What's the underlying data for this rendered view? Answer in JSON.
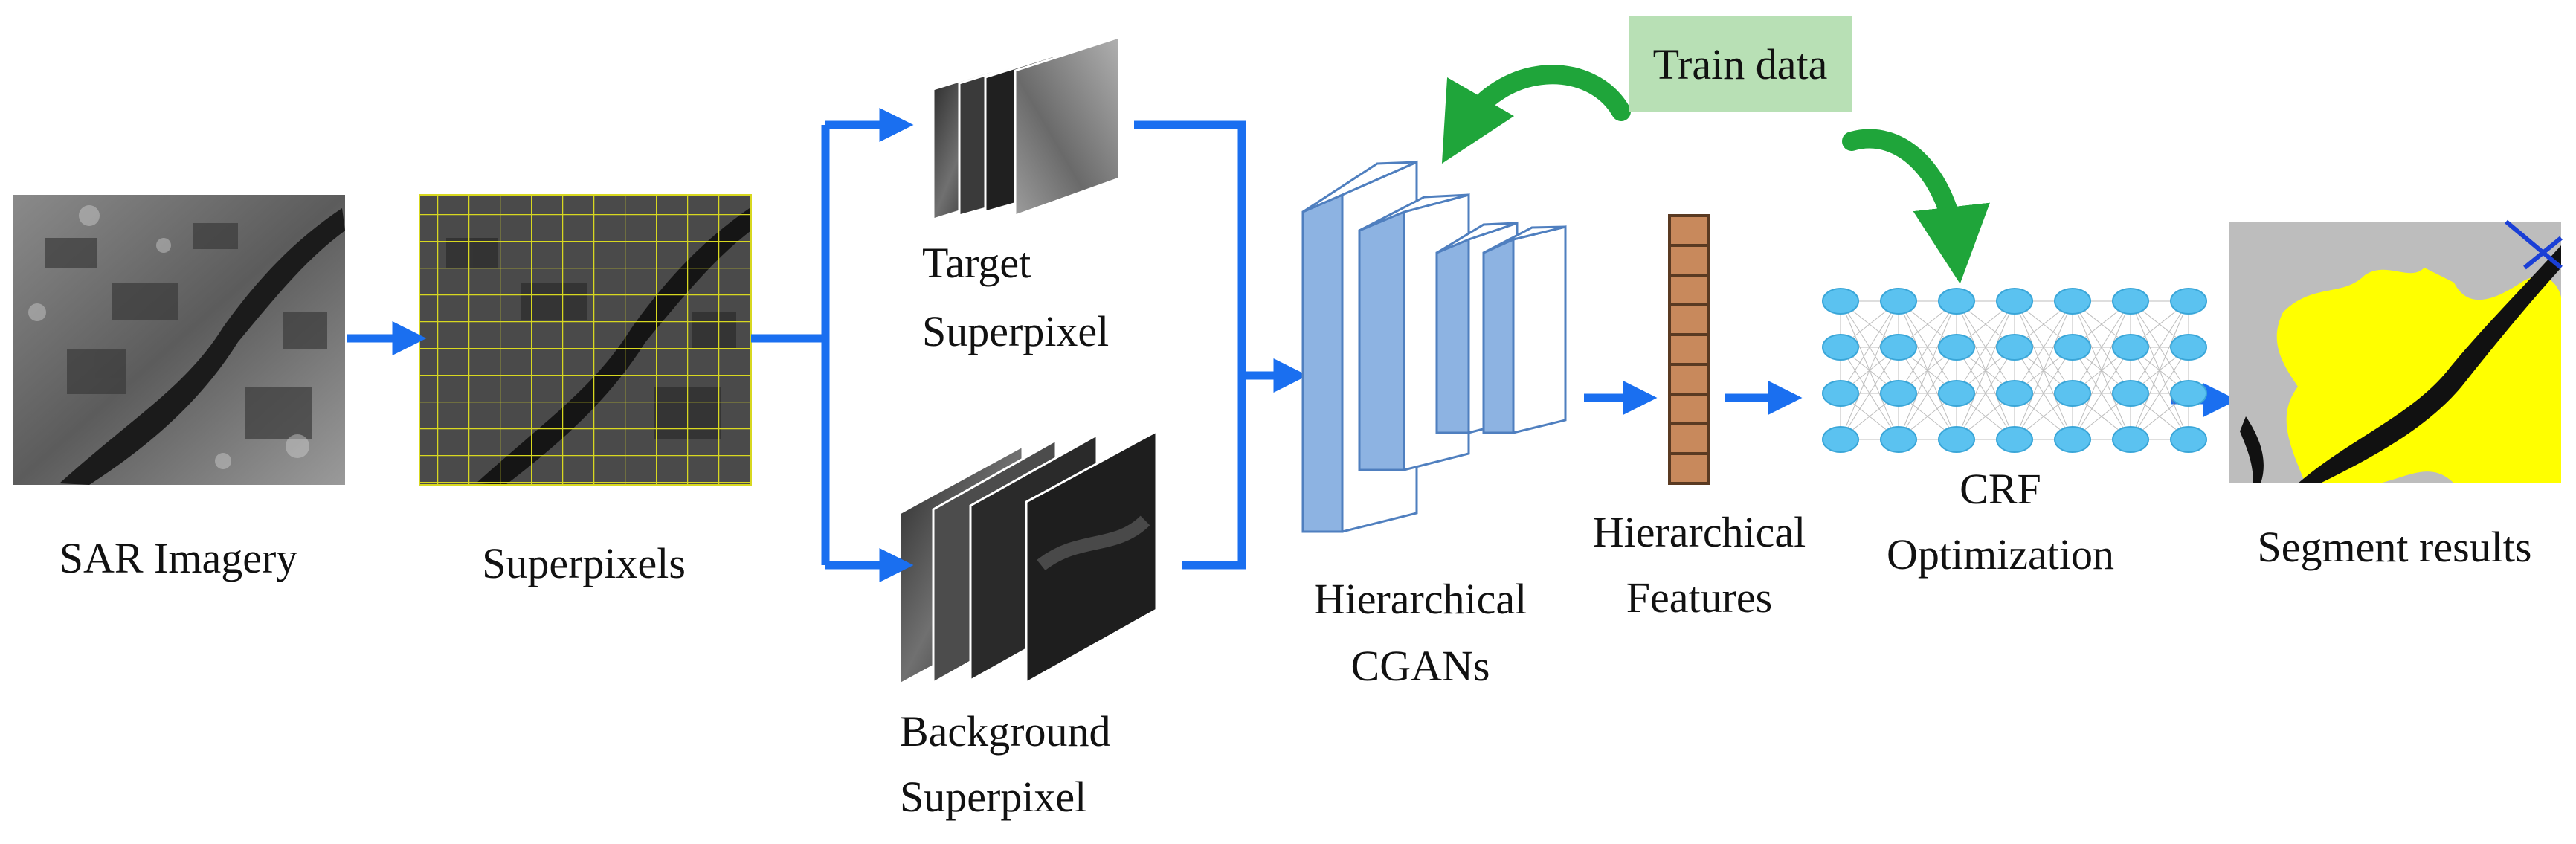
{
  "labels": {
    "sar_imagery": "SAR Imagery",
    "superpixels": "Superpixels",
    "target_superpixel_line1": "Target",
    "target_superpixel_line2": "Superpixel",
    "background_superpixel_line1": "Background",
    "background_superpixel_line2": "Superpixel",
    "hierarchical_cgans_line1": "Hierarchical",
    "hierarchical_cgans_line2": "CGANs",
    "hierarchical_features_line1": "Hierarchical",
    "hierarchical_features_line2": "Features",
    "crf_line1": "CRF",
    "crf_line2": "Optimization",
    "segment_results": "Segment results",
    "train_data": "Train data"
  },
  "colors": {
    "flow_arrow": "#1a6ff0",
    "feedback_arrow": "#1fa53a",
    "train_box": "#b8e0b5",
    "cgan_block": "#8db3e2",
    "feature_cell": "#c8895c",
    "crf_node": "#5bc2f0",
    "segment_target": "#ffff00",
    "segment_background": "#bdbdbd",
    "segment_water": "#111111"
  }
}
